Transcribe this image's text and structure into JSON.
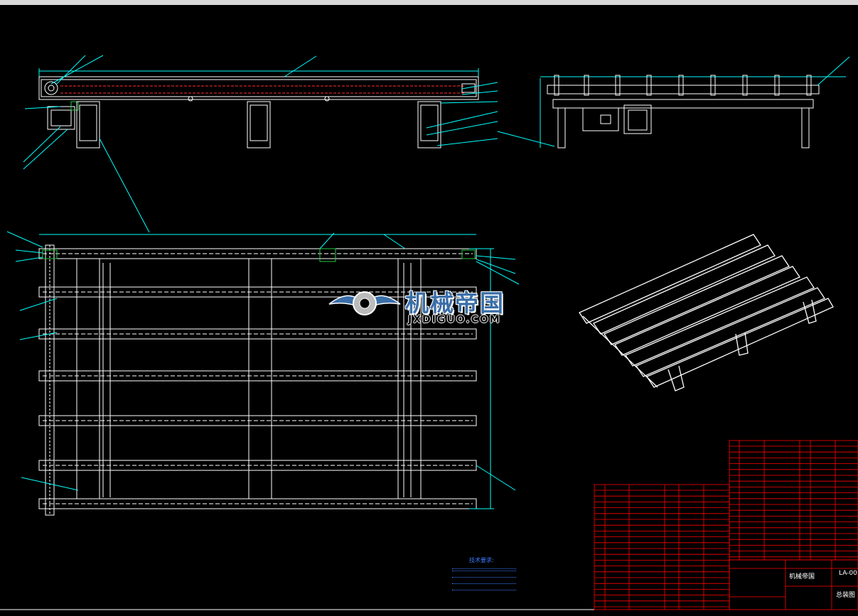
{
  "watermark": {
    "title": "机械帝国",
    "url": "JXDIGUO.COM"
  },
  "notes": {
    "heading": "技术要求:"
  },
  "title_block": {
    "drawing_no": "LA-00",
    "name": "总装图",
    "company": "机械帝国"
  },
  "colors": {
    "line": "#ffffff",
    "dim": "#00ffff",
    "table_grid": "#ff0000",
    "hidden": "#ff3030",
    "accent": "#22cc44",
    "notes": "#3a7bff"
  }
}
